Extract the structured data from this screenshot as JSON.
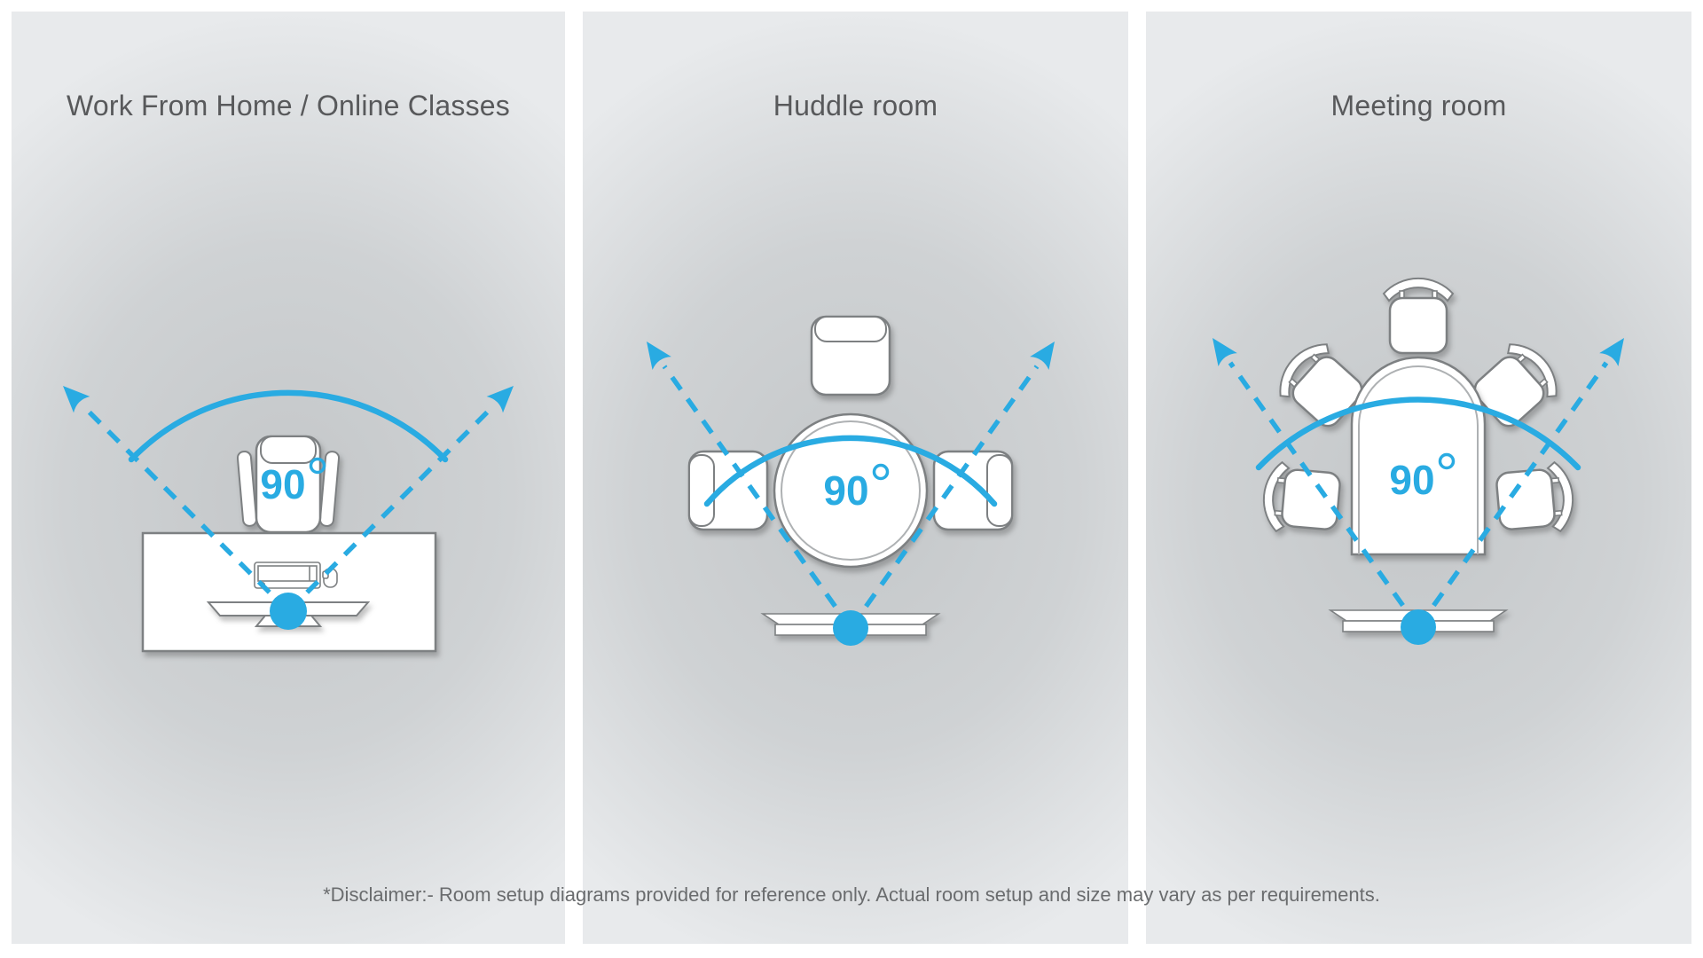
{
  "colors": {
    "accent_blue": "#29abe2",
    "furniture_stroke": "#7d8082",
    "title_gray": "#58595b",
    "disclaimer_gray": "#6a6c6e",
    "panel_bg_center": "#c4c7c9",
    "panel_bg_edge": "#e8eaec",
    "page_background": "#ffffff"
  },
  "panels": [
    {
      "id": "work-from-home",
      "title": "Work From Home / Online Classes",
      "fov_value": "90",
      "fov_unit": "°",
      "chair_count": 1,
      "depicts": "single chair at desk with keyboard, mouse and monitor-mounted webcam showing 90-degree field of view"
    },
    {
      "id": "huddle-room",
      "title": "Huddle room",
      "fov_value": "90",
      "fov_unit": "°",
      "chair_count": 3,
      "depicts": "round table with three chairs and display-mounted webcam showing 90-degree field of view"
    },
    {
      "id": "meeting-room",
      "title": "Meeting room",
      "fov_value": "90",
      "fov_unit": "°",
      "chair_count": 5,
      "depicts": "arched conference table with five chairs and display-mounted webcam showing 90-degree field of view"
    }
  ],
  "disclaimer": "*Disclaimer:- Room setup diagrams provided for reference only. Actual room setup and size may vary as per requirements."
}
